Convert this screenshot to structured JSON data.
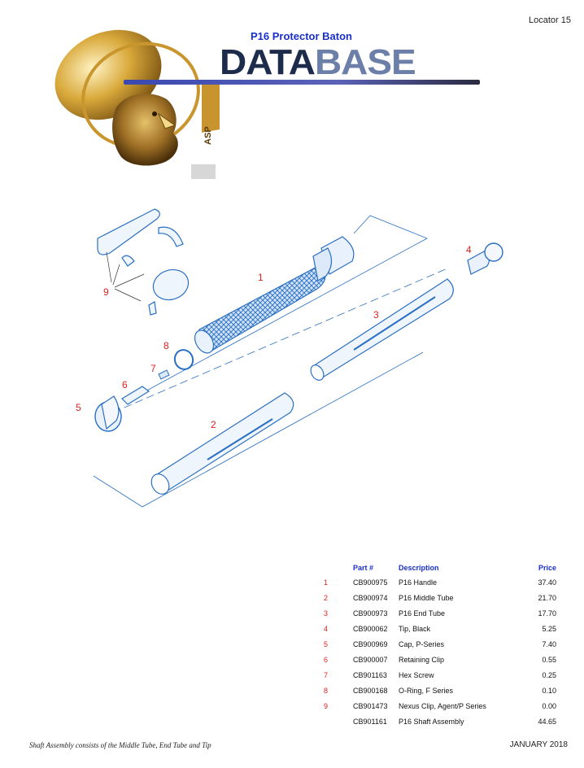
{
  "header": {
    "locator": "Locator 15",
    "title": "P16 Protector Baton",
    "database_part1": "DATA",
    "database_part2": "BASE",
    "logo_text": "ASP"
  },
  "diagram": {
    "callouts": [
      "1",
      "2",
      "3",
      "4",
      "5",
      "6",
      "7",
      "8",
      "9"
    ]
  },
  "parts_table": {
    "headers": {
      "part": "Part #",
      "description": "Description",
      "price": "Price"
    },
    "rows": [
      {
        "num": "1",
        "part": "CB900975",
        "description": "P16 Handle",
        "price": "37.40"
      },
      {
        "num": "2",
        "part": "CB900974",
        "description": "P16 Middle Tube",
        "price": "21.70"
      },
      {
        "num": "3",
        "part": "CB900973",
        "description": "P16 End Tube",
        "price": "17.70"
      },
      {
        "num": "4",
        "part": "CB900062",
        "description": "Tip, Black",
        "price": "5.25"
      },
      {
        "num": "5",
        "part": "CB900969",
        "description": "Cap, P-Series",
        "price": "7.40"
      },
      {
        "num": "6",
        "part": "CB900007",
        "description": "Retaining Clip",
        "price": "0.55"
      },
      {
        "num": "7",
        "part": "CB901163",
        "description": "Hex Screw",
        "price": "0.25"
      },
      {
        "num": "8",
        "part": "CB900168",
        "description": "O-Ring, F Series",
        "price": "0.10"
      },
      {
        "num": "9",
        "part": "CB901473",
        "description": "Nexus Clip, Agent/P Series",
        "price": "0.00"
      },
      {
        "num": "",
        "part": "CB901161",
        "description": "P16 Shaft Assembly",
        "price": "44.65"
      }
    ]
  },
  "footer": {
    "note": "Shaft Assembly consists of the Middle Tube, End Tube and Tip",
    "date": "JANUARY 2018"
  },
  "colors": {
    "accent_blue": "#1a2fc8",
    "callout_red": "#e02020",
    "diagram_blue": "#2a6fc2"
  }
}
